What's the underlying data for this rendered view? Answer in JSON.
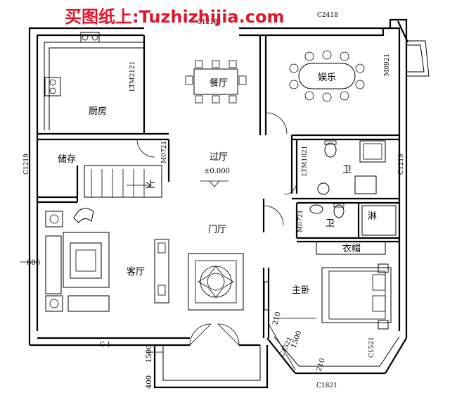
{
  "watermark": "买图纸上:Tuzhizhijia.com",
  "rooms": {
    "kitchen": "厨房",
    "dining": "餐厅",
    "entertainment": "娱乐",
    "storage": "储存",
    "hall": "过厅",
    "elevation": "±0.000",
    "up": "上",
    "bath1": "卫",
    "bath2": "卫",
    "shower": "淋",
    "wardrobe": "衣帽",
    "foyer": "门厅",
    "living": "客厅",
    "master_bedroom": "主卧"
  },
  "codes": {
    "top_right_window": "C2418",
    "top_mid_window": "C1218",
    "kitchen_door": "LTM2121",
    "storage_door": "M0721",
    "ent_door": "M0921",
    "bath_door": "LTM1021",
    "bath2_door": "M0721",
    "left_window": "C1219",
    "right_window": "C1219",
    "front_window": "C-1",
    "bay_left": "C1521",
    "bay_right": "C1521",
    "bottom_window": "C1821"
  },
  "dims": {
    "left_600": "600",
    "bottom_1500": "1500",
    "bottom_400": "400",
    "bay_210a": "210",
    "bay_1500": "1500",
    "bay_210b": "210"
  }
}
